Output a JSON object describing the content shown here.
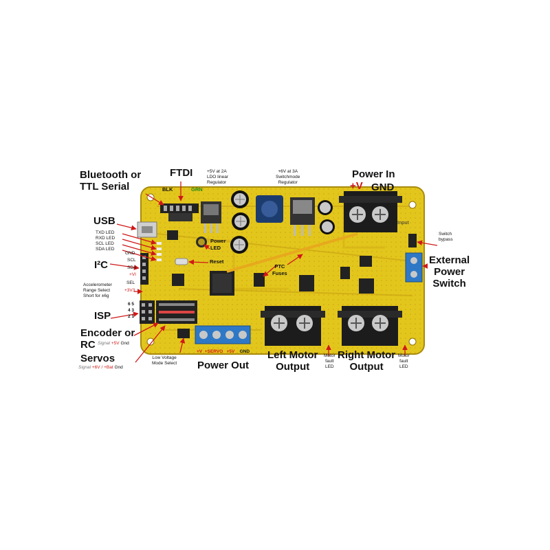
{
  "colors": {
    "pcb": "#e3c61c",
    "pcb_dark": "#c9a514",
    "terminal_black": "#1c1c1c",
    "terminal_blue": "#2f78c6",
    "label_red": "#d01818",
    "label_green": "#1a8a1a",
    "arrow": "#d01818"
  },
  "icons": [
    "arrow-icon",
    "screw-terminal-icon",
    "capacitor-icon",
    "usb-connector-icon",
    "mounting-hole-icon"
  ],
  "labels": {
    "bluetooth": "Bluetooth or\nTTL Serial",
    "ftdi": "FTDI",
    "ftdi_blk": "BLK",
    "ftdi_grn": "GRN",
    "ldo": "+5V at 2A\nLDO linear\nRegulator",
    "switchmode": "+6V at 3A\nSwitchmode\nRegulator",
    "power_in": "Power In",
    "power_in_v": "+V",
    "power_in_gnd": "GND",
    "usb": "USB",
    "leds": "TXD LED\nRXD LED\nSCL LED\nSDA LED",
    "power_led": "Power\nLED",
    "reset": "Reset",
    "ptc": "PTC\nFuses",
    "switch_bypass": "Switch\nbypass",
    "external_switch": "External\nPower\nSwitch",
    "i2c": "I²C",
    "i2c_pins": {
      "gnd": "GND",
      "scl": "SCL",
      "sda": "SDA",
      "vi": "+VI"
    },
    "accel": "Accelerometer\nRange Select\nShort for ±6g",
    "sel": "SEL",
    "v33": "+3V3",
    "isp": "ISP",
    "isp_pins": "6 5\n4 3\n2 1",
    "encoder": "Encoder or\nRC",
    "encoder_signal": "Signal",
    "encoder_5v": "+5V",
    "encoder_gnd": "Gnd",
    "servos": "Servos",
    "servos_signal": "Signal",
    "servos_6v": "+6V",
    "servos_slash": "/",
    "servos_bat": "+Bat",
    "servos_gnd": "Gnd",
    "low_voltage": "Low Voltage\nMode Select",
    "power_out_pins": {
      "v": "+V",
      "servo": "+SERVO",
      "v5": "+5V",
      "gnd": "GND"
    },
    "power_out": "Power Out",
    "left_motor": "Left Motor\nOutput",
    "motor_fault_left": "Motor\nfault\nLED",
    "right_motor": "Right Motor\nOutput",
    "motor_fault_right": "Motor\nfault\nLED",
    "board_input": "Input"
  }
}
